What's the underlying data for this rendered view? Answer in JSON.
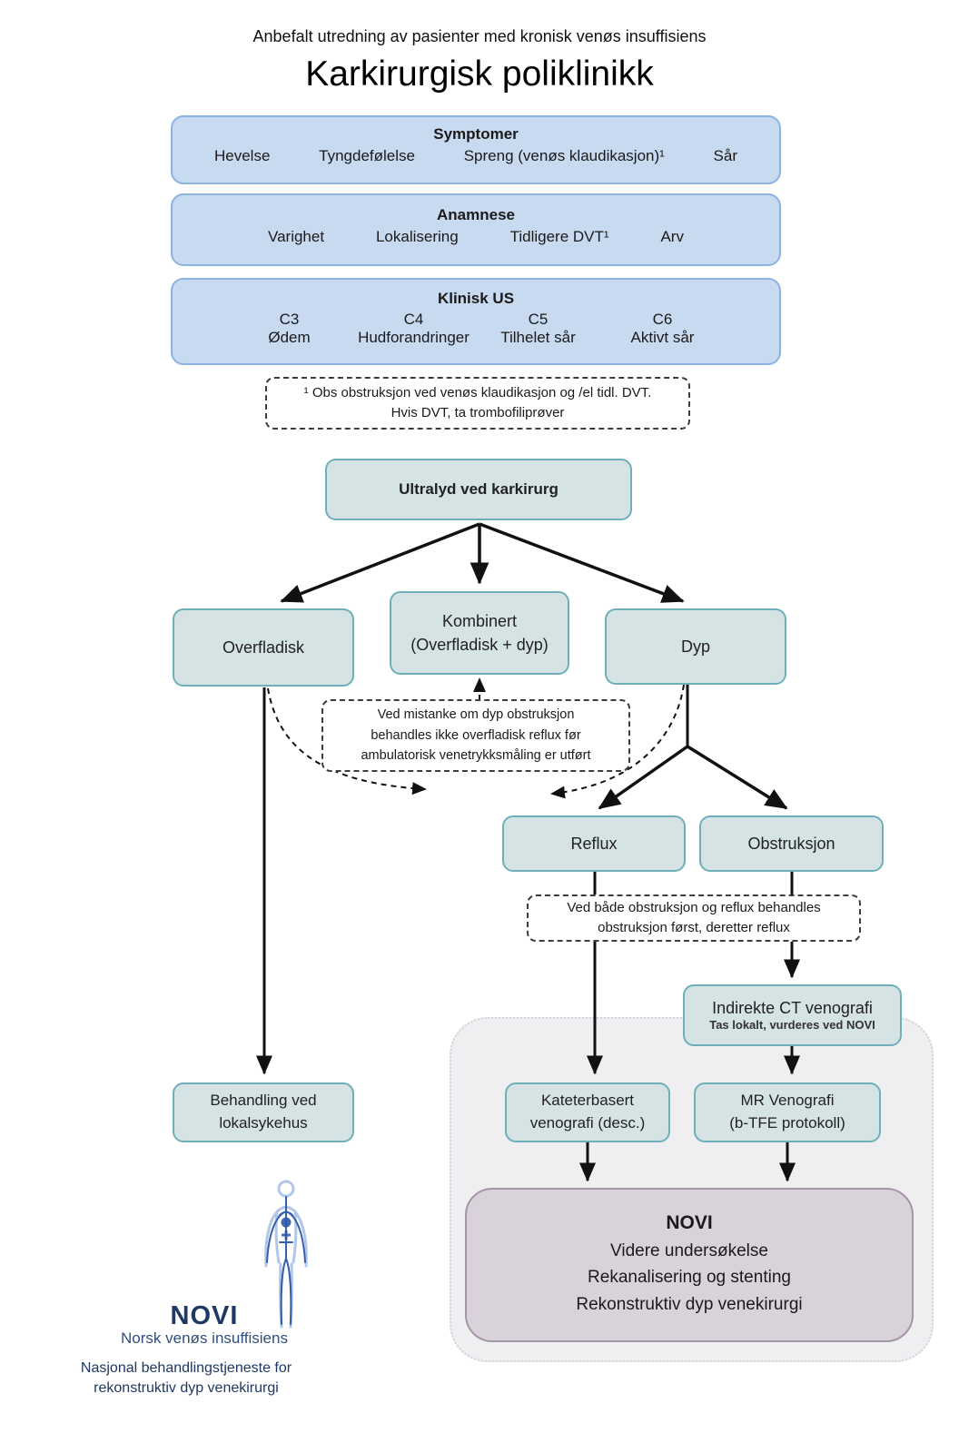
{
  "header": {
    "subtitle": "Anbefalt utredning av pasienter med kronisk venøs insuffisiens",
    "title": "Karkirurgisk poliklinikk"
  },
  "symptomer": {
    "title": "Symptomer",
    "items": [
      "Hevelse",
      "Tyngdefølelse",
      "Spreng (venøs klaudikasjon)¹",
      "Sår"
    ]
  },
  "anamnese": {
    "title": "Anamnese",
    "items": [
      "Varighet",
      "Lokalisering",
      "Tidligere DVT¹",
      "Arv"
    ]
  },
  "klinisk": {
    "title": "Klinisk US",
    "cols": [
      {
        "code": "C3",
        "label": "Ødem"
      },
      {
        "code": "C4",
        "label": "Hudforandringer"
      },
      {
        "code": "C5",
        "label": "Tilhelet sår"
      },
      {
        "code": "C6",
        "label": "Aktivt sår"
      }
    ]
  },
  "footnote": {
    "lines": [
      "¹ Obs obstruksjon ved venøs klaudikasjon og /el tidl. DVT.",
      "Hvis DVT, ta trombofiliprøver"
    ]
  },
  "ultralyd": {
    "label": "Ultralyd ved karkirurg"
  },
  "overfladisk": {
    "label": "Overfladisk"
  },
  "kombinert": {
    "lines": [
      "Kombinert",
      "(Overfladisk + dyp)"
    ]
  },
  "dyp": {
    "label": "Dyp"
  },
  "note1": {
    "lines": [
      "Ved mistanke om dyp obstruksjon",
      "behandles ikke overfladisk reflux før",
      "ambulatorisk venetrykksmåling er utført"
    ]
  },
  "reflux": {
    "label": "Reflux"
  },
  "obstruksjon": {
    "label": "Obstruksjon"
  },
  "note2": {
    "lines": [
      "Ved både obstruksjon og reflux behandles",
      "obstruksjon først, deretter reflux"
    ]
  },
  "ct": {
    "title": "Indirekte CT venografi",
    "subtitle": "Tas lokalt, vurderes ved NOVI"
  },
  "behandling": {
    "lines": [
      "Behandling ved",
      "lokalsykehus"
    ]
  },
  "kateter": {
    "lines": [
      "Kateterbasert",
      "venografi (desc.)"
    ]
  },
  "mr": {
    "lines": [
      "MR Venografi",
      "(b-TFE protokoll)"
    ]
  },
  "novi_panel": {
    "title": "NOVI",
    "lines": [
      "Videre undersøkelse",
      "Rekanalisering og stenting",
      "Rekonstruktiv dyp venekirurgi"
    ]
  },
  "logo": {
    "name": "NOVI",
    "subtitle": "Norsk venøs insuffisiens",
    "tagline_lines": [
      "Nasjonal behandlingstjeneste for",
      "rekonstruktiv dyp venekirurgi"
    ]
  },
  "colors": {
    "blue_box_fill": "#c8daf0",
    "blue_box_border": "#8db3e2",
    "teal_box_fill": "#d6e3e5",
    "teal_box_border": "#6fafba",
    "novi_box_fill": "#d9d2db",
    "novi_box_border": "#a396a7",
    "panel_fill": "#efeef1",
    "arrow": "#111111",
    "logo_navy": "#1f3864",
    "logo_blue": "#30507f"
  }
}
